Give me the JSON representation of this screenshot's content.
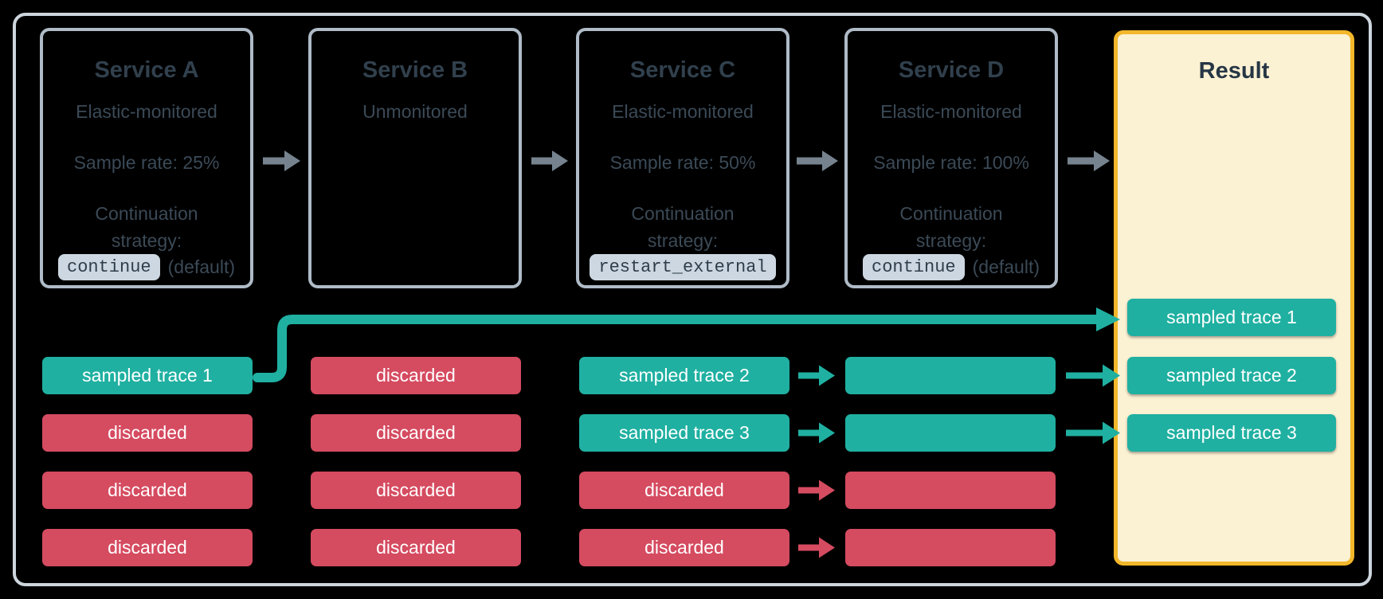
{
  "palette": {
    "teal": "#1FB0A1",
    "red": "#D54B60",
    "gray_arrow": "#76838F",
    "card_border": "#AFBBC7",
    "frame_border": "#CDD5DD",
    "ink_strong": "#31404D",
    "ink": "#3B4A57",
    "chip_bg": "#CDD7E1",
    "chip_ink": "#2F3E4B",
    "result_fill": "#FBF1D3",
    "result_border": "#F2B72A",
    "background": "#000000",
    "white": "#FFFFFF"
  },
  "services": [
    {
      "title": "Service A",
      "subtitle": "Elastic-monitored",
      "sample_rate": "Sample rate: 25%",
      "continuation_label_line1": "Continuation",
      "continuation_label_line2": "strategy:",
      "strategy_chip": "continue",
      "strategy_suffix": "(default)"
    },
    {
      "title": "Service B",
      "subtitle": "Unmonitored"
    },
    {
      "title": "Service C",
      "subtitle": "Elastic-monitored",
      "sample_rate": "Sample rate: 50%",
      "continuation_label_line1": "Continuation",
      "continuation_label_line2": "strategy:",
      "strategy_chip": "restart_external"
    },
    {
      "title": "Service D",
      "subtitle": "Elastic-monitored",
      "sample_rate": "Sample rate: 100%",
      "continuation_label_line1": "Continuation",
      "continuation_label_line2": "strategy:",
      "strategy_chip": "continue",
      "strategy_suffix": "(default)"
    }
  ],
  "trace_columns": {
    "service_a": [
      {
        "label": "sampled trace 1",
        "status": "sampled"
      },
      {
        "label": "discarded",
        "status": "discarded"
      },
      {
        "label": "discarded",
        "status": "discarded"
      },
      {
        "label": "discarded",
        "status": "discarded"
      }
    ],
    "service_b": [
      {
        "label": "discarded",
        "status": "discarded"
      },
      {
        "label": "discarded",
        "status": "discarded"
      },
      {
        "label": "discarded",
        "status": "discarded"
      },
      {
        "label": "discarded",
        "status": "discarded"
      }
    ],
    "service_c": [
      {
        "label": "sampled trace 2",
        "status": "sampled"
      },
      {
        "label": "sampled trace 3",
        "status": "sampled"
      },
      {
        "label": "discarded",
        "status": "discarded"
      },
      {
        "label": "discarded",
        "status": "discarded"
      }
    ],
    "service_d": [
      {
        "label": "",
        "status": "sampled"
      },
      {
        "label": "",
        "status": "sampled"
      },
      {
        "label": "",
        "status": "discarded"
      },
      {
        "label": "",
        "status": "discarded"
      }
    ]
  },
  "result": {
    "title": "Result",
    "rows": [
      {
        "label": "sampled trace 1",
        "status": "sampled"
      },
      {
        "label": "sampled trace 2",
        "status": "sampled"
      },
      {
        "label": "sampled trace 3",
        "status": "sampled"
      }
    ]
  }
}
